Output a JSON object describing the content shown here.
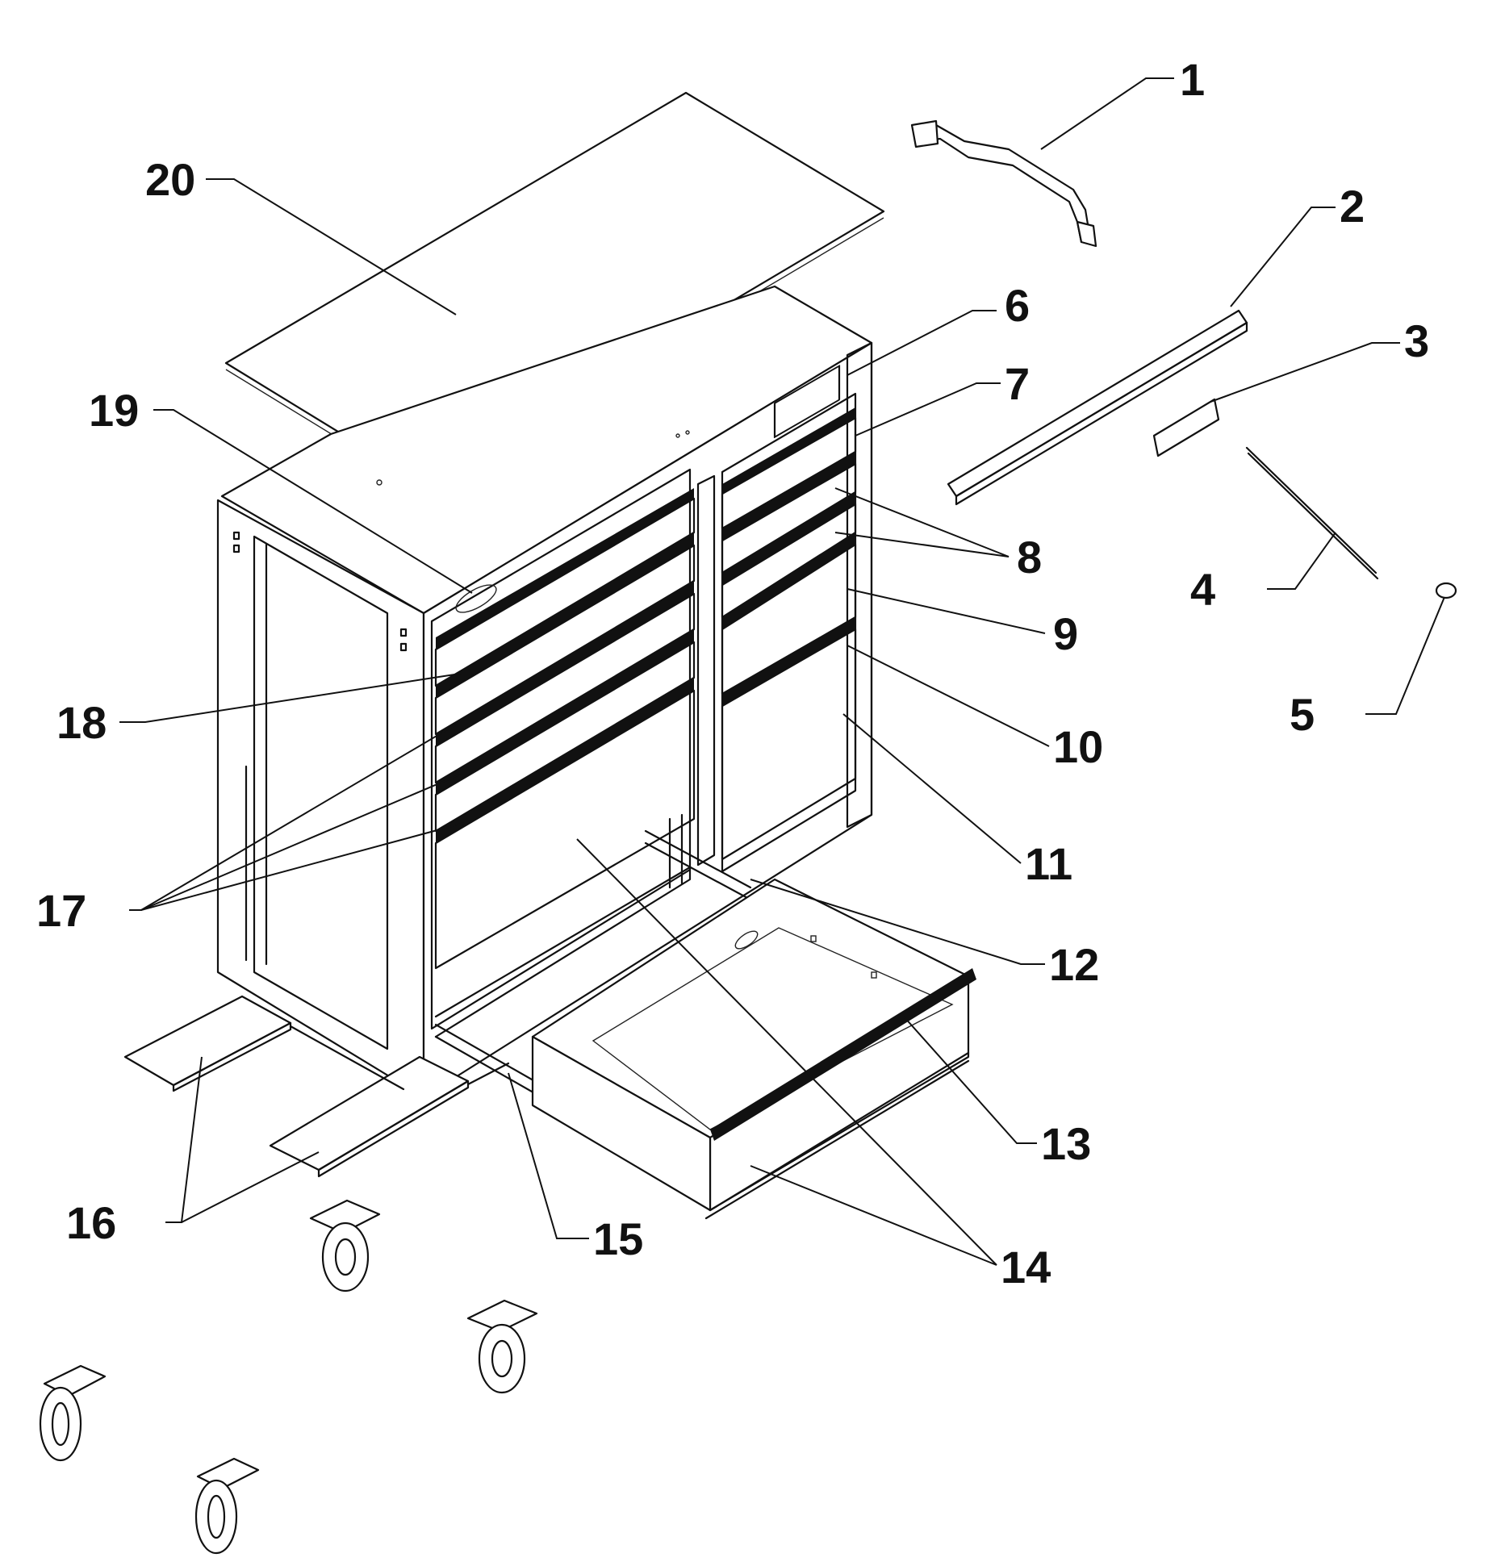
{
  "callouts": [
    {
      "id": "label-1",
      "text": "1"
    },
    {
      "id": "label-2",
      "text": "2"
    },
    {
      "id": "label-3",
      "text": "3"
    },
    {
      "id": "label-4",
      "text": "4"
    },
    {
      "id": "label-5",
      "text": "5"
    },
    {
      "id": "label-6",
      "text": "6"
    },
    {
      "id": "label-7",
      "text": "7"
    },
    {
      "id": "label-8",
      "text": "8"
    },
    {
      "id": "label-9",
      "text": "9"
    },
    {
      "id": "label-10",
      "text": "10"
    },
    {
      "id": "label-11",
      "text": "11"
    },
    {
      "id": "label-12",
      "text": "12"
    },
    {
      "id": "label-13",
      "text": "13"
    },
    {
      "id": "label-14",
      "text": "14"
    },
    {
      "id": "label-15",
      "text": "15"
    },
    {
      "id": "label-16",
      "text": "16"
    },
    {
      "id": "label-17",
      "text": "17"
    },
    {
      "id": "label-18",
      "text": "18"
    },
    {
      "id": "label-19",
      "text": "19"
    },
    {
      "id": "label-20",
      "text": "20"
    }
  ]
}
